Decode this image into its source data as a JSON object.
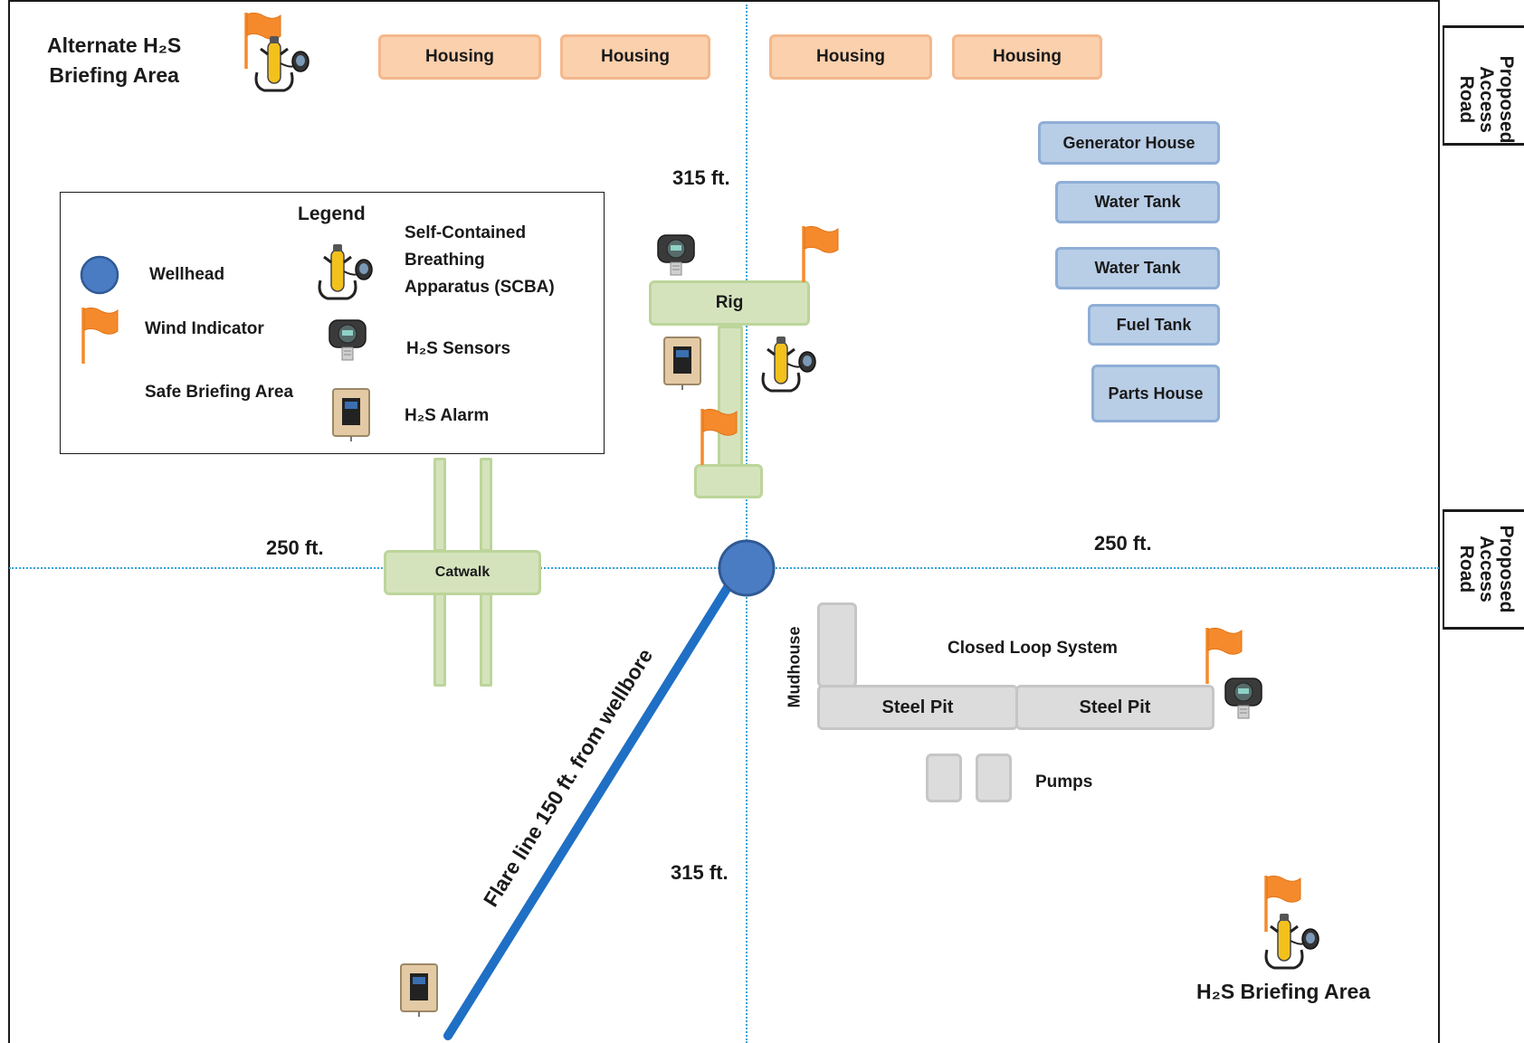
{
  "briefing": {
    "alternate_line1": "Alternate H₂S",
    "alternate_line2": "Briefing Area",
    "main": "H₂S Briefing Area"
  },
  "housing": [
    "Housing",
    "Housing",
    "Housing",
    "Housing"
  ],
  "equipment": {
    "generator_house": "Generator House",
    "water_tank_1": "Water Tank",
    "water_tank_2": "Water Tank",
    "fuel_tank": "Fuel Tank",
    "parts_house": "Parts House",
    "rig": "Rig",
    "catwalk": "Catwalk",
    "mudhouse": "Mudhouse",
    "closed_loop": "Closed Loop System",
    "steel_pit_1": "Steel Pit",
    "steel_pit_2": "Steel Pit",
    "pumps": "Pumps"
  },
  "distances": {
    "top": "315 ft.",
    "bottom": "315 ft.",
    "left": "250 ft.",
    "right": "250 ft."
  },
  "flare_line": "Flare line 150 ft. from wellbore",
  "road": {
    "top_line1": "Proposed",
    "top_line2": "Access",
    "top_line3": "Road",
    "bottom_line1": "Proposed",
    "bottom_line2": "Access",
    "bottom_line3": "Road"
  },
  "legend": {
    "title": "Legend",
    "wellhead": "Wellhead",
    "wind_indicator": "Wind Indicator",
    "safe_briefing": "Safe Briefing Area",
    "scba_line1": "Self-Contained",
    "scba_line2": "Breathing",
    "scba_line3": "Apparatus (SCBA)",
    "sensors": "H₂S Sensors",
    "alarm": "H₂S Alarm"
  },
  "colors": {
    "wellhead": "#4a7cc4",
    "flag": "#f58a2c",
    "flare_line": "#1f6fc5",
    "guide_lines": "#34a3d8"
  },
  "icons": [
    "scba-icon",
    "wind-flag-icon",
    "h2s-sensor-icon",
    "h2s-alarm-icon",
    "wellhead-icon"
  ]
}
